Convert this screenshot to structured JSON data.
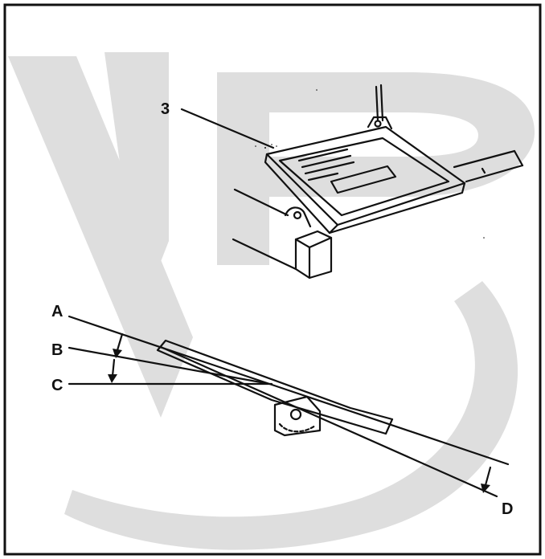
{
  "figure": {
    "labels": {
      "part": "3",
      "a": "A",
      "b": "B",
      "c": "C",
      "d": "D"
    },
    "colors": {
      "ink": "#111111",
      "watermark": "#d9d9d9",
      "background": "#ffffff"
    }
  }
}
